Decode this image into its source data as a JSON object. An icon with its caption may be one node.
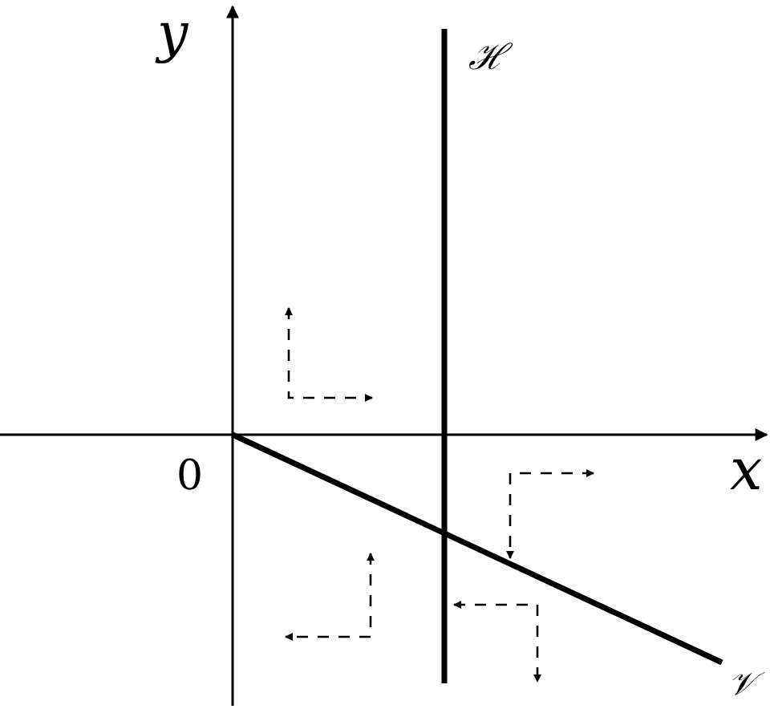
{
  "diagram": {
    "labels": [
      "y",
      "ℋ",
      "0",
      "x",
      "𝒱"
    ]
  }
}
